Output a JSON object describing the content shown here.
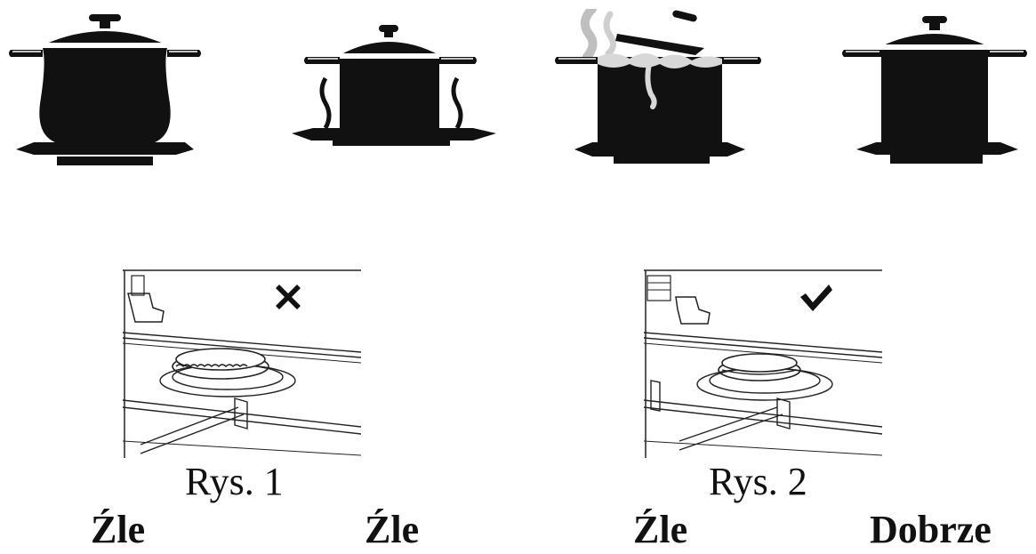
{
  "figures": [
    {
      "label": "Rys. 1",
      "mark": "cross-icon"
    },
    {
      "label": "Rys. 2",
      "mark": "checkmark-icon"
    }
  ],
  "verdicts": [
    "Źle",
    "Źle",
    "Źle",
    "Dobrze"
  ],
  "pots": [
    {
      "icon": "pot-too-small-burner-icon"
    },
    {
      "icon": "pot-flame-overhang-icon"
    },
    {
      "icon": "pot-boiling-over-icon"
    },
    {
      "icon": "pot-correct-fit-icon"
    }
  ],
  "colors": {
    "ink": "#111111",
    "steam": "#bfbfbf",
    "lid_line": "#ffffff"
  }
}
